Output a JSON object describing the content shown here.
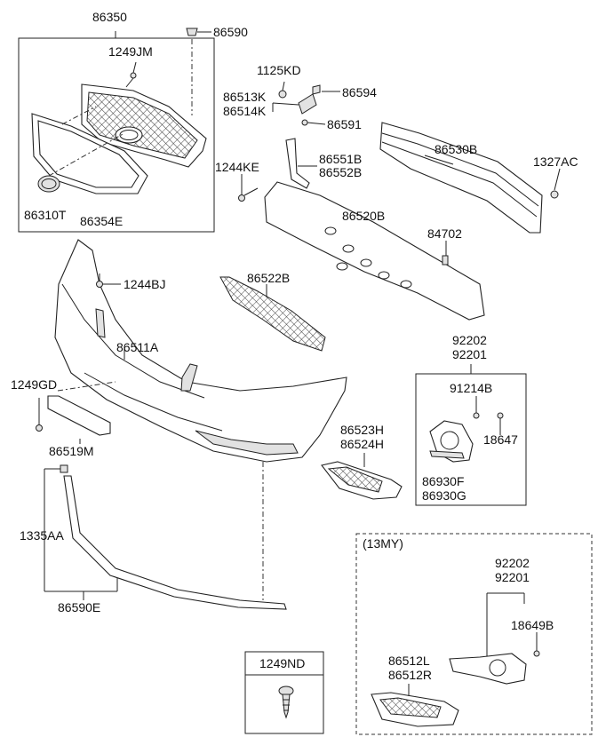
{
  "labels": {
    "p86350": "86350",
    "p86590": "86590",
    "p1249JM": "1249JM",
    "p86310T": "86310T",
    "p86354E": "86354E",
    "p1125KD": "1125KD",
    "p86513K": "86513K",
    "p86514K": "86514K",
    "p86594": "86594",
    "p86591": "86591",
    "p86551B": "86551B",
    "p86552B": "86552B",
    "p1244KE": "1244KE",
    "p86530B": "86530B",
    "p1327AC": "1327AC",
    "p86520B": "86520B",
    "p84702": "84702",
    "p1244BJ": "1244BJ",
    "p86522B": "86522B",
    "p86511A": "86511A",
    "p92202a": "92202",
    "p92201a": "92201",
    "p91214B": "91214B",
    "p18647": "18647",
    "p1249GD": "1249GD",
    "p86519M": "86519M",
    "p86523H": "86523H",
    "p86524H": "86524H",
    "p86930F": "86930F",
    "p86930G": "86930G",
    "p1335AA": "1335AA",
    "p86590E": "86590E",
    "p13MY": "(13MY)",
    "p92202b": "92202",
    "p92201b": "92201",
    "p18649B": "18649B",
    "p86512L": "86512L",
    "p86512R": "86512R",
    "p1249ND": "1249ND"
  }
}
